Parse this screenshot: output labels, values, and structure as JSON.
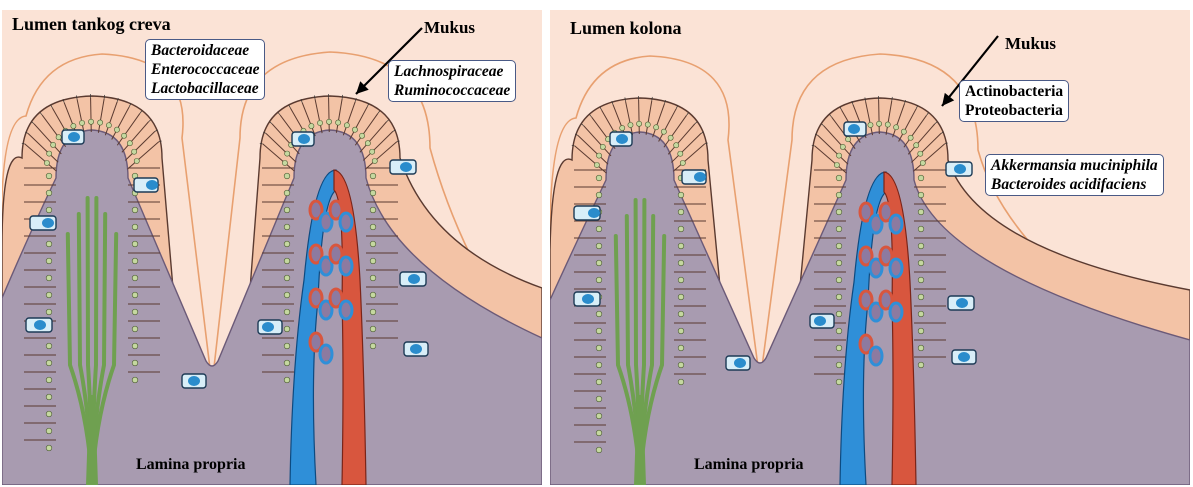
{
  "left_panel": {
    "title": "Lumen tankog creva",
    "mucus_label": "Mukus",
    "lamina_label": "Lamina propria",
    "box_a": [
      "Bacteroidaceae",
      "Enterococcaceae",
      "Lactobacillaceae"
    ],
    "box_b": [
      "Lachnospiraceae",
      "Ruminococcaceae"
    ]
  },
  "right_panel": {
    "title": "Lumen kolona",
    "mucus_label": "Mukus",
    "lamina_label": "Lamina propria",
    "box_a": [
      "Actinobacteria",
      "Proteobacteria"
    ],
    "box_b": [
      "Akkermansia muciniphila",
      "Bacteroides acidifaciens"
    ]
  },
  "colors": {
    "lumen_background": "#fbe3d6",
    "lamina_propria": "#a89bb0",
    "epithelial_cell": "#f3c3a6",
    "goblet_cell": "#d8eef8",
    "goblet_nucleus": "#2a8ccc",
    "lacteal": "#6fa050",
    "vein": "#2f8fd8",
    "artery": "#d8563e",
    "mucus_line": "#e8a070",
    "box_border": "#4a5a86"
  }
}
